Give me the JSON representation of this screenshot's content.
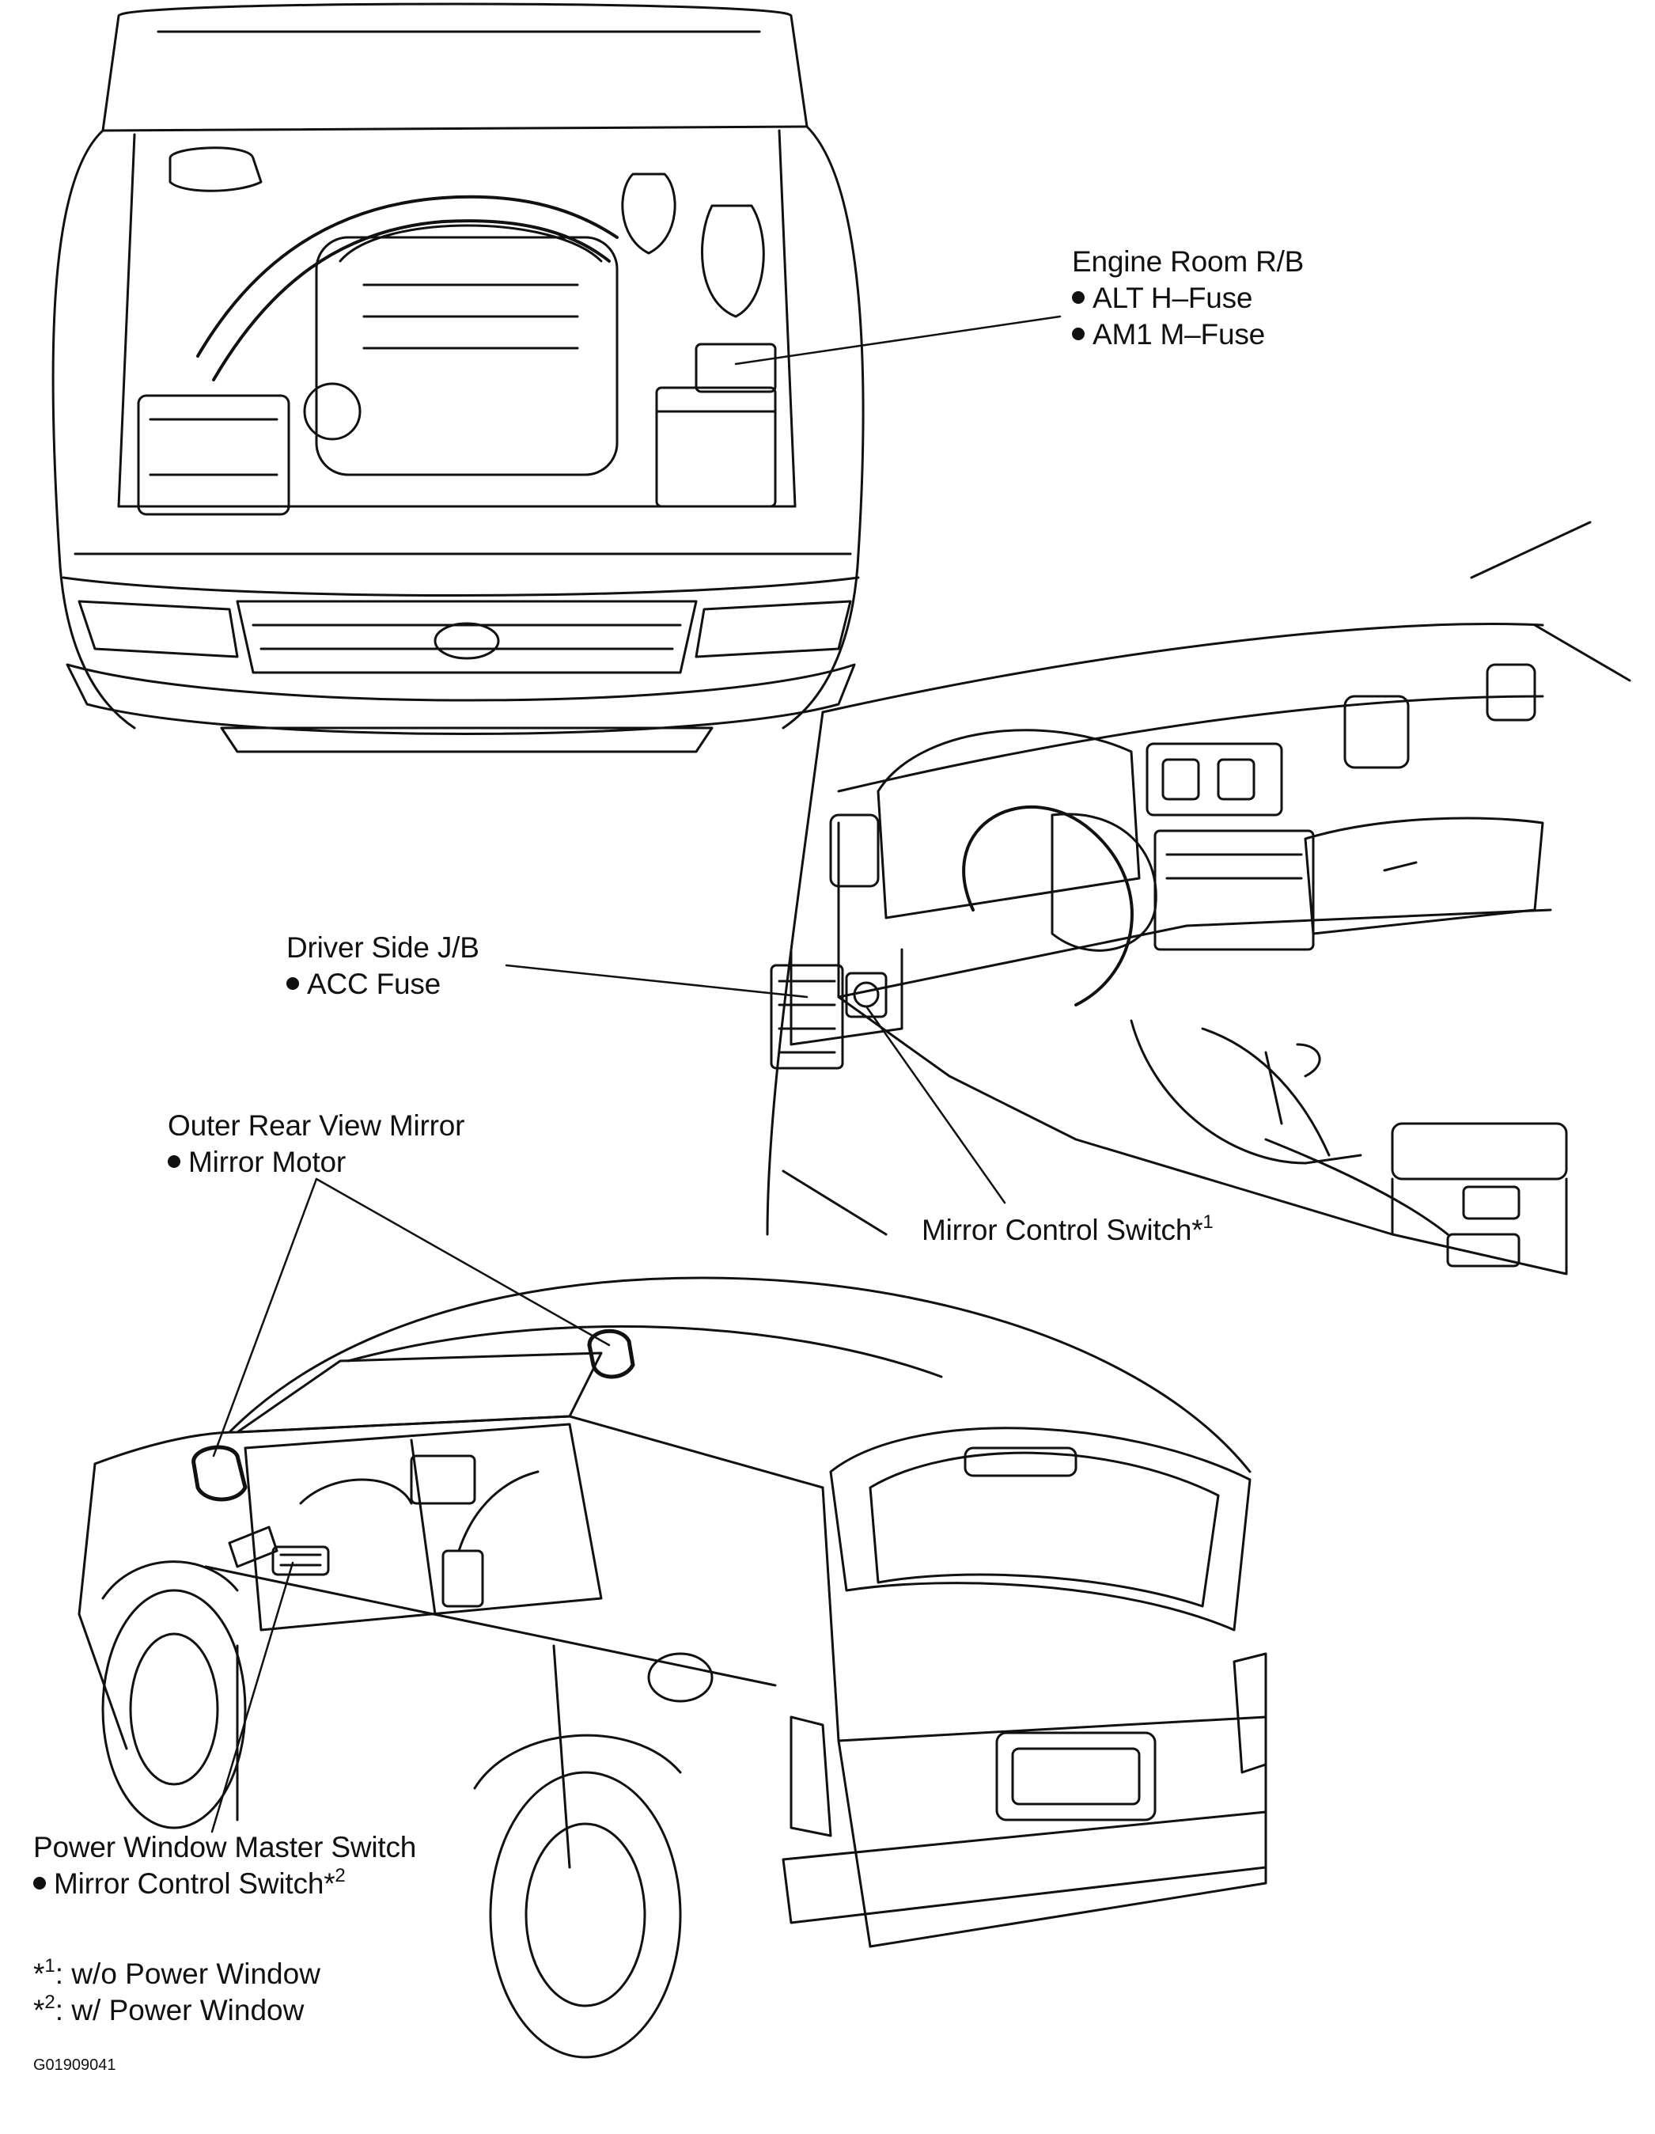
{
  "diagram": {
    "callouts": [
      {
        "id": "engine-room",
        "title": "Engine Room R/B",
        "items": [
          "ALT H–Fuse",
          "AM1 M–Fuse"
        ]
      },
      {
        "id": "driver-jb",
        "title": "Driver Side J/B",
        "items": [
          "ACC Fuse"
        ]
      },
      {
        "id": "outer-mirror",
        "title": "Outer Rear View Mirror",
        "items": [
          "Mirror Motor"
        ]
      },
      {
        "id": "mirror-switch",
        "title": "Mirror Control Switch*",
        "sup": "1"
      },
      {
        "id": "pw-master",
        "title": "Power Window Master Switch",
        "items": [
          "Mirror Control Switch*"
        ],
        "item_sup": "2"
      }
    ],
    "footnotes": [
      {
        "mark": "*",
        "sup": "1",
        "text": ": w/o Power Window"
      },
      {
        "mark": "*",
        "sup": "2",
        "text": ": w/ Power Window"
      }
    ],
    "figure_code": "G01909041"
  }
}
